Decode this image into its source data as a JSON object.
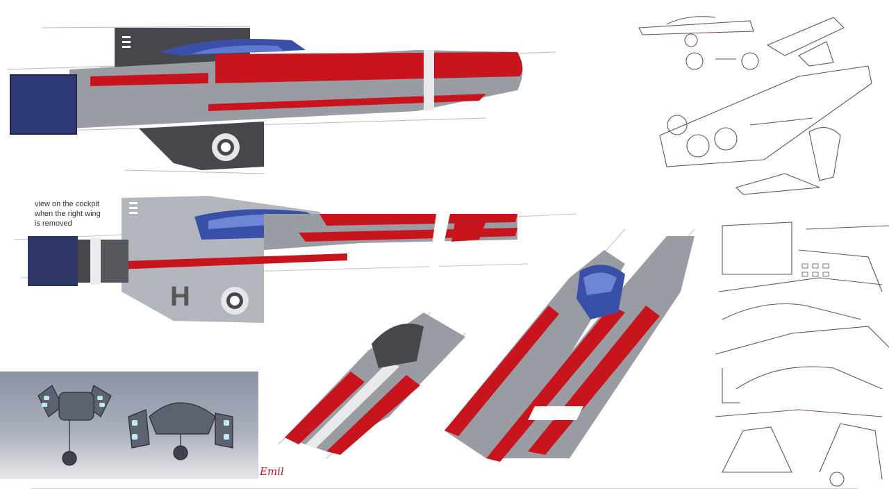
{
  "annotation": {
    "lines": [
      "view on the cockpit",
      "when the right wing",
      "is removed"
    ]
  },
  "signature": "Emil",
  "colors": {
    "hull_red": "#c8141c",
    "hull_grey": "#9a9ca4",
    "hull_dark": "#45474d",
    "canopy_blue": "#3a4fa8",
    "panel_grey": "#8c93a3",
    "light_cyan": "#bfeaf2",
    "sketch_line": "#6e4e52"
  }
}
